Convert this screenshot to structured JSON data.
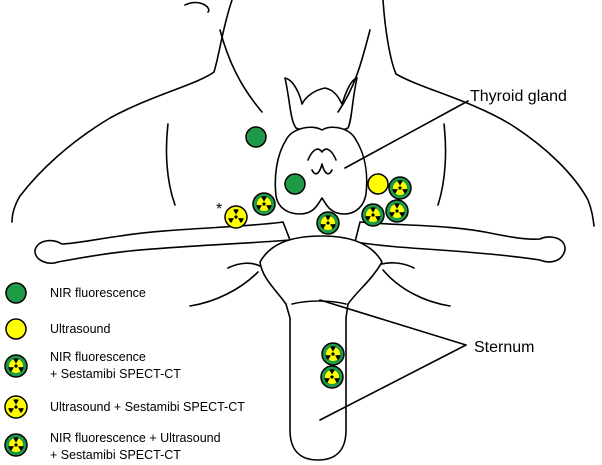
{
  "labels": {
    "thyroid": "Thyroid gland",
    "sternum": "Sternum",
    "asterisk": "*"
  },
  "legend": [
    {
      "key": "nir",
      "lines": [
        "NIR fluorescence"
      ]
    },
    {
      "key": "us",
      "lines": [
        "Ultrasound"
      ]
    },
    {
      "key": "nir_sesta",
      "lines": [
        "NIR fluorescence",
        "+ Sestamibi SPECT-CT"
      ]
    },
    {
      "key": "us_sesta",
      "lines": [
        "Ultrasound + Sestamibi SPECT-CT"
      ]
    },
    {
      "key": "all",
      "lines": [
        "NIR fluorescence + Ultrasound",
        "+ Sestamibi SPECT-CT"
      ]
    }
  ],
  "colors": {
    "green": "#1f9a48",
    "yellow": "#ffff00",
    "radiation_symbol": "#000000",
    "outline": "#000000"
  },
  "marker_icon": "radiation-trefoil-icon"
}
